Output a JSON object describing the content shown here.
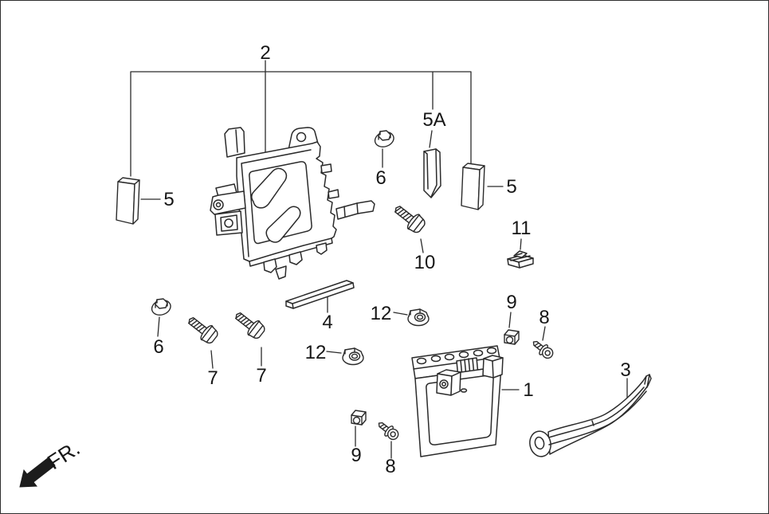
{
  "colors": {
    "background": "#ffffff",
    "line": "#2b2b2b",
    "label": "#161616",
    "border": "#2f2f2f"
  },
  "callouts": {
    "c1": "1",
    "c2": "2",
    "c3": "3",
    "c4": "4",
    "c5_left": "5",
    "c5_right": "5",
    "c5a": "5A",
    "c6_top": "6",
    "c6_left": "6",
    "c7_left": "7",
    "c7_right": "7",
    "c8_top": "8",
    "c8_bottom": "8",
    "c9_top": "9",
    "c9_bottom": "9",
    "c10": "10",
    "c11": "11",
    "c12_top": "12",
    "c12_bottom": "12"
  },
  "direction": {
    "label": "FR."
  }
}
